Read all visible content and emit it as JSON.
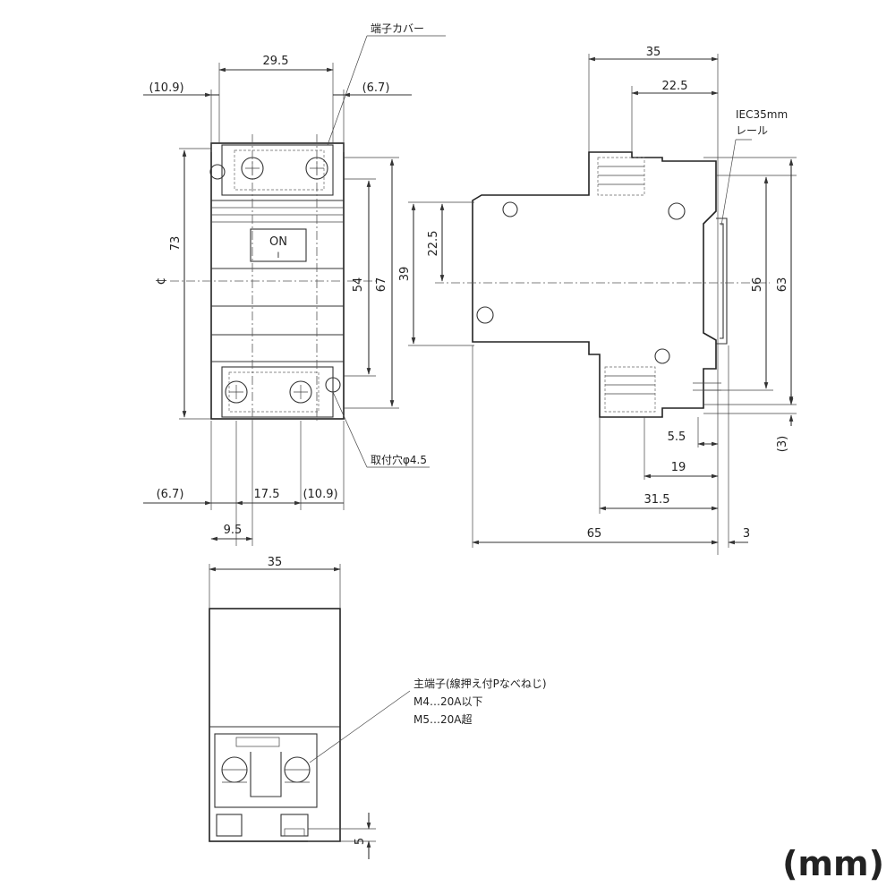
{
  "labels": {
    "terminal_cover": "端子カバー",
    "rail": "IEC35mm",
    "rail_2": "レール",
    "mounting_hole": "取付穴φ4.5",
    "on": "ON",
    "on_mark": "I",
    "center_mark": "¢",
    "main_terminal_1": "主端子(線押え付Pなべねじ)",
    "main_terminal_2": "M4…20A以下",
    "main_terminal_3": "M5…20A超",
    "unit": "(mm)"
  },
  "dimensions": {
    "front_top_width": "29.5",
    "front_top_left": "(10.9)",
    "front_top_right": "(6.7)",
    "front_height_73": "73",
    "front_height_54": "54",
    "front_height_67": "67",
    "front_bottom_left": "(6.7)",
    "front_bottom_mid": "17.5",
    "front_bottom_right": "(10.9)",
    "front_bottom_9_5": "9.5",
    "side_top_35": "35",
    "side_top_22_5": "22.5",
    "side_left_39": "39",
    "side_left_22_5": "22.5",
    "side_right_56": "56",
    "side_right_63": "63",
    "side_right_3": "(3)",
    "side_bottom_5_5": "5.5",
    "side_bottom_19": "19",
    "side_bottom_31_5": "31.5",
    "side_bottom_65": "65",
    "side_bottom_3": "3",
    "bottom_width_35": "35",
    "bottom_5": "5"
  }
}
